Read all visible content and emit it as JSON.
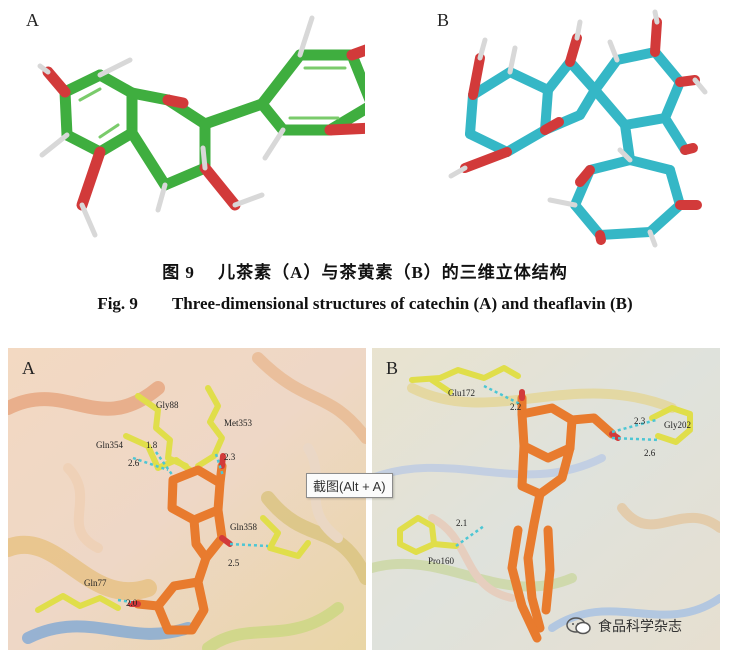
{
  "figure": {
    "panel_a_label": "A",
    "panel_b_label": "B",
    "caption_cn": "图 9　 儿茶素（A）与茶黄素（B）的三维立体结构",
    "caption_en_number": "Fig. 9",
    "caption_en_text": "Three-dimensional structures of catechin (A) and theaflavin (B)"
  },
  "docking": {
    "panel_a_label": "A",
    "panel_b_label": "B",
    "panel_a": {
      "residues": [
        "Gly88",
        "Gln354",
        "Met353",
        "Gln358",
        "Gln77"
      ],
      "distances": [
        "1.8",
        "2.6",
        "2.3",
        "2.5",
        "2.0"
      ]
    },
    "panel_b": {
      "residues": [
        "Glu172",
        "Gly202",
        "Pro160"
      ],
      "distances": [
        "2.2",
        "2.3",
        "2.6",
        "2.1"
      ]
    }
  },
  "overlay": {
    "tooltip": "截图(Alt + A)",
    "watermark": "食品科学杂志"
  },
  "colors": {
    "catechin": "#3fae3f",
    "theaflavin": "#35b7c6",
    "oxygen": "#d23a3a",
    "ligand": "#e87b2e",
    "residue": "#e0de4a",
    "hbond": "#4cc6d4"
  }
}
